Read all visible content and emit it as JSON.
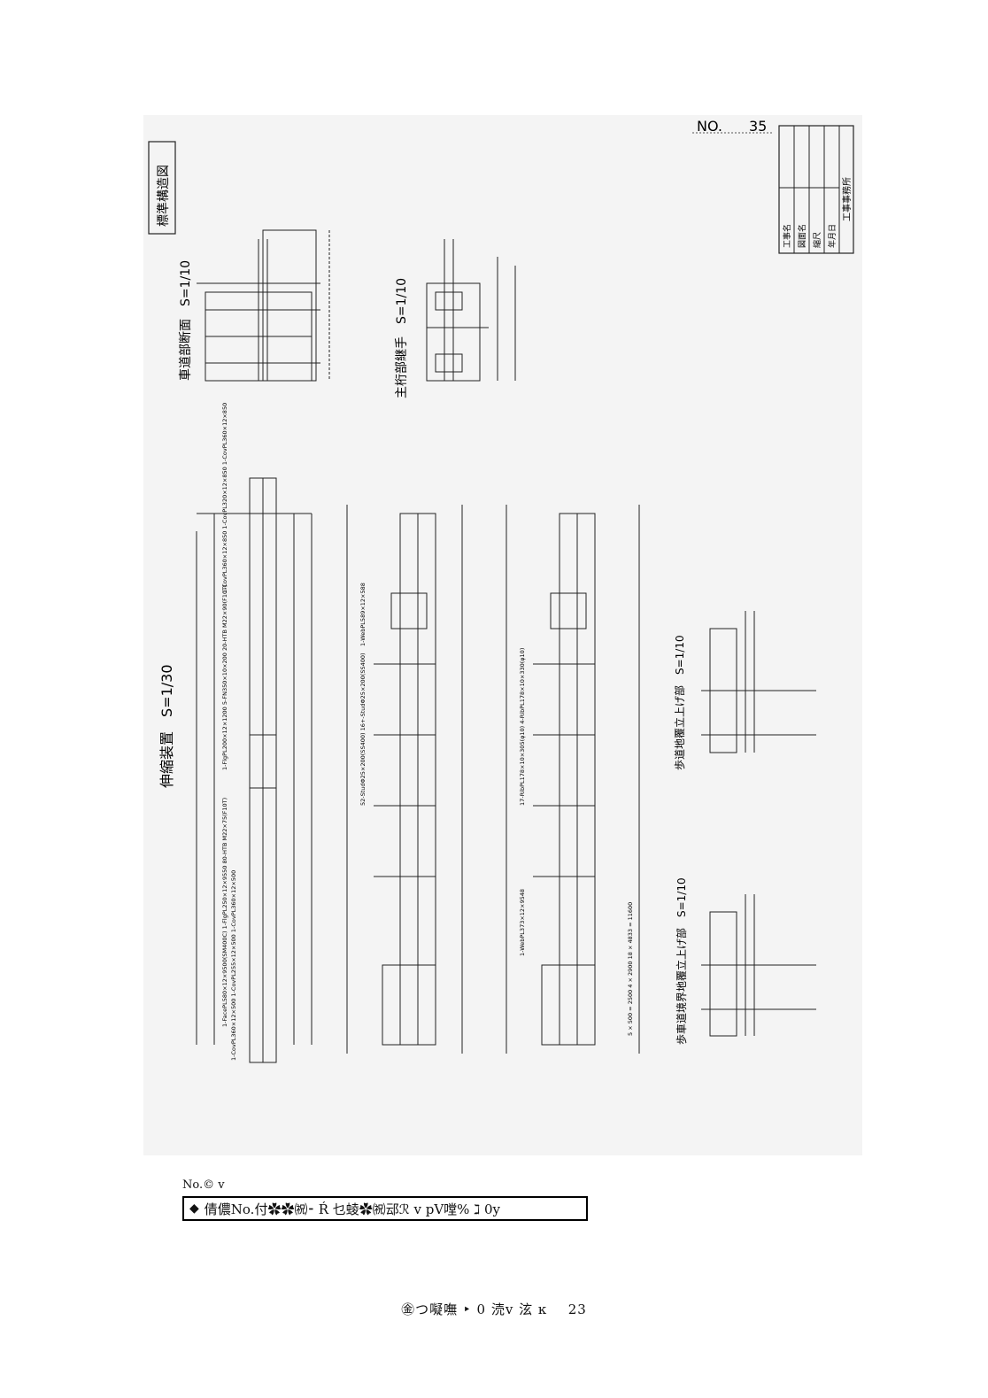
{
  "sheet": {
    "number_label": "NO.",
    "number_value": "35",
    "stamp_tag": "標準構造図",
    "title_block": [
      "工事名",
      "図面名",
      "縮尺",
      "年月日",
      "工事事務所"
    ]
  },
  "views": {
    "deck_section": "車道部断面　S=1/10",
    "girder_joint": "主桁部継手　S=1/10",
    "expansion": "伸縮装置　S=1/30",
    "sidewalk_curb": "歩道地覆立上げ部　S=1/10",
    "boundary_curb": "歩車道境界地覆立上げ部　S=1/10"
  },
  "callouts": {
    "top_members": "1-CovPL360×12×850  1-CovPL320×12×850  1-CovPL360×12×850",
    "flange_bolts": "1-FlgPL200×12×1200  5-FN350×10×200  20-HTB M22×90(F10T)",
    "face_members": "1-FacePL580×12×9500(SM400C)  1-FlgPL250×12×9550  80-HTB M22×75(F10T)",
    "cov_left": "1-CovPL360×12×500  1-CovPL255×12×500  1-CovPL360×12×500",
    "web_mid": "1-WebPL589×12×588",
    "stud": "52-StudΦ25×200(SS400)  16+-StudΦ25×200(SS400)",
    "rib": "17-RibPL178×10×305(φ10)  4-RibPL178×10×330(φ10)",
    "web_lower": "1-WebPL373×12×9548",
    "dims_bottom": "5 × 500 = 2500   4 × 2900   18 × 4833 = 11600"
  },
  "caption": {
    "label": "No.© ⅴ",
    "text": "倩儂No.付✿✿㈷⁃ Ŕ 乜䗀✿㈷䢵ℛ ⅴ pV嘡% ℷ 0y"
  },
  "footer": {
    "text": "㊎つ㘈嘸 ‣ 0 涜ⅴ 泫 ĸ",
    "page": "23"
  }
}
